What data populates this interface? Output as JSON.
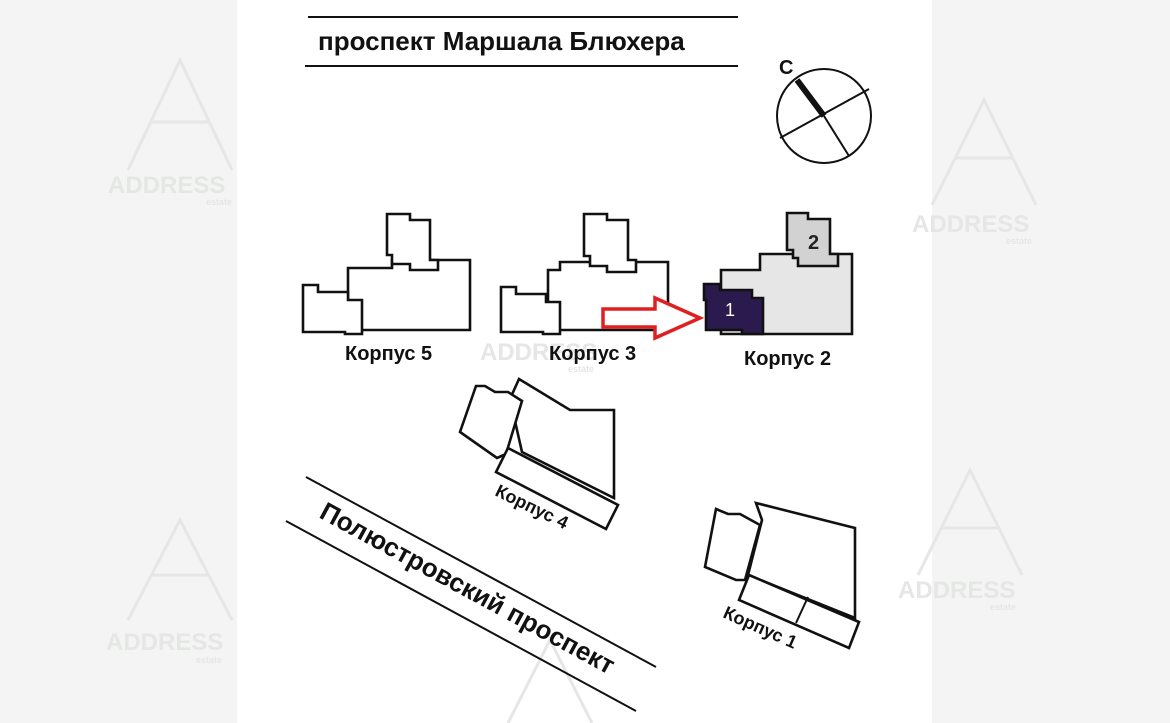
{
  "streets": {
    "top": "проспект Маршала Блюхера",
    "bottom": "Полюстровский проспект"
  },
  "compass": {
    "north_label": "С"
  },
  "buildings": {
    "korpus5": "Корпус 5",
    "korpus3": "Корпус 3",
    "korpus2": "Корпус 2",
    "korpus4": "Корпус 4",
    "korpus1": "Корпус 1"
  },
  "sections": {
    "section1": "1",
    "section2": "2"
  },
  "watermark": {
    "brand": "ADDRESS",
    "sub": "estate"
  },
  "colors": {
    "background": "#f4f4f4",
    "plan_area": "#ffffff",
    "highlight_section": "#2a1a4e",
    "corpus2_fill": "#e6e6e6",
    "section2_fill": "#d2d2d2",
    "arrow": "#e02020"
  }
}
